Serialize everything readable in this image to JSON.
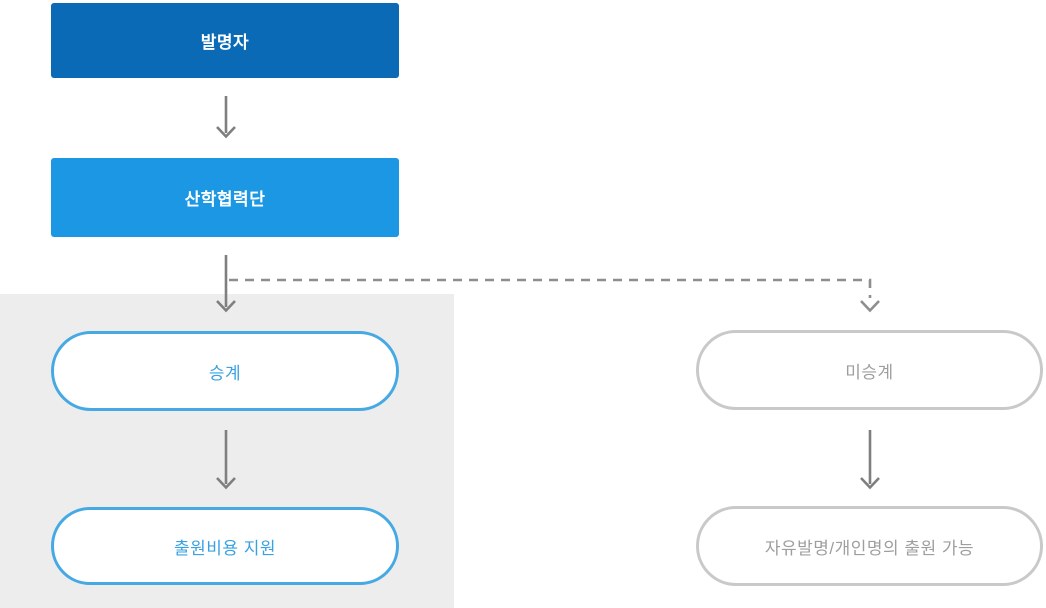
{
  "nodes": [
    {
      "id": "inventor",
      "label": "발명자",
      "shape": "rect",
      "fill": "#0a6ab6",
      "text_color": "#ffffff"
    },
    {
      "id": "foundation",
      "label": "산학협력단",
      "shape": "rect",
      "fill": "#1b97e3",
      "text_color": "#ffffff"
    },
    {
      "id": "succession",
      "label": "승계",
      "shape": "pill",
      "border_color": "#47a9e4",
      "text_color": "#39a1e2"
    },
    {
      "id": "cost-support",
      "label": "출원비용 지원",
      "shape": "pill",
      "border_color": "#47a9e4",
      "text_color": "#39a1e2"
    },
    {
      "id": "non-succession",
      "label": "미승계",
      "shape": "pill",
      "border_color": "#c9c9c9",
      "text_color": "#9e9e9e"
    },
    {
      "id": "free-filing",
      "label": "자유발명/개인명의 출원 가능",
      "shape": "pill",
      "border_color": "#c9c9c9",
      "text_color": "#9e9e9e"
    }
  ],
  "edges": [
    {
      "from": "inventor",
      "to": "foundation",
      "style": "solid"
    },
    {
      "from": "foundation",
      "to": "succession",
      "style": "solid"
    },
    {
      "from": "foundation",
      "to": "non-succession",
      "style": "dashed"
    },
    {
      "from": "succession",
      "to": "cost-support",
      "style": "solid"
    },
    {
      "from": "non-succession",
      "to": "free-filing",
      "style": "solid"
    }
  ],
  "colors": {
    "arrow": "#7f7f7f",
    "dashed_arrow": "#8e8e8e",
    "highlight_panel_bg": "#ededed",
    "box_dark_blue": "#0a6ab6",
    "box_light_blue": "#1b97e3",
    "pill_blue_border": "#47a9e4",
    "pill_blue_text": "#39a1e2",
    "pill_gray_border": "#c9c9c9",
    "pill_gray_text": "#9e9e9e"
  }
}
